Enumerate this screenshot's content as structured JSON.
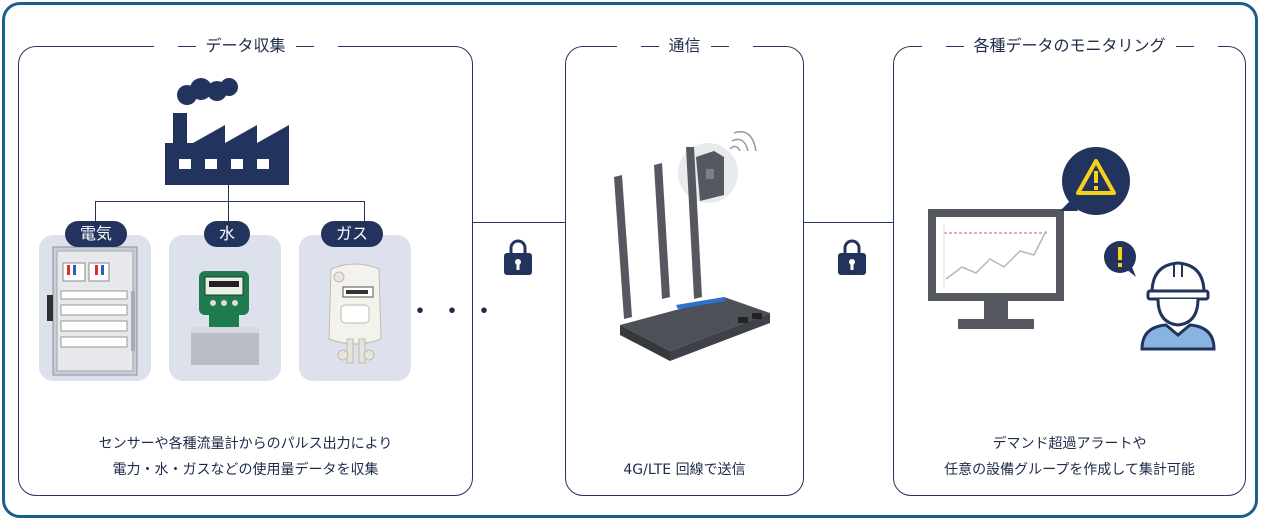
{
  "panels": {
    "collect": {
      "title": "データ収集",
      "desc_line1": "センサーや各種流量計からのパルス出力により",
      "desc_line2": "電力・水・ガスなどの使用量データを収集",
      "categories": [
        "電気",
        "水",
        "ガス"
      ],
      "more": "・・・"
    },
    "comm": {
      "title": "通信",
      "desc": "4G/LTE 回線で送信"
    },
    "monitor": {
      "title": "各種データのモニタリング",
      "desc_line1": "デマンド超過アラートや",
      "desc_line2": "任意の設備グループを作成して集計可能"
    }
  },
  "colors": {
    "navy": "#22345d",
    "border": "#1b5f8a",
    "card": "#dde1ec",
    "alert_yellow": "#f5d21a"
  }
}
